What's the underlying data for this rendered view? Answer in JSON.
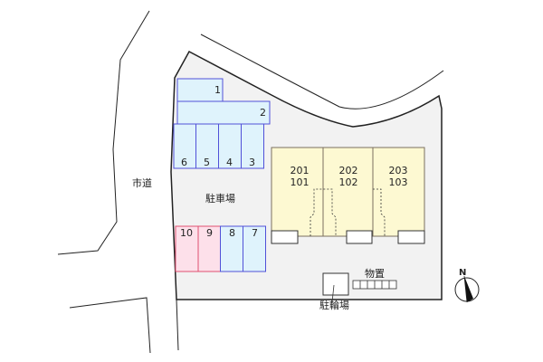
{
  "diagram": {
    "type": "site-plan",
    "labels": {
      "city_road": "市道",
      "parking": "駐車場",
      "storage": "物置",
      "bicycle_parking": "駐輪場",
      "north": "N"
    },
    "parking_spaces": [
      {
        "id": "1",
        "label": "1",
        "color": "blue"
      },
      {
        "id": "2",
        "label": "2",
        "color": "blue"
      },
      {
        "id": "3",
        "label": "3",
        "color": "blue"
      },
      {
        "id": "4",
        "label": "4",
        "color": "blue"
      },
      {
        "id": "5",
        "label": "5",
        "color": "blue"
      },
      {
        "id": "6",
        "label": "6",
        "color": "blue"
      },
      {
        "id": "7",
        "label": "7",
        "color": "blue"
      },
      {
        "id": "8",
        "label": "8",
        "color": "blue"
      },
      {
        "id": "9",
        "label": "9",
        "color": "pink"
      },
      {
        "id": "10",
        "label": "10",
        "color": "pink"
      }
    ],
    "units": [
      {
        "upper": "201",
        "lower": "101"
      },
      {
        "upper": "202",
        "lower": "102"
      },
      {
        "upper": "203",
        "lower": "103"
      }
    ],
    "colors": {
      "site_fill": "#f2f2f2",
      "parking_blue_fill": "#dff3fc",
      "parking_blue_stroke": "#5050d8",
      "parking_pink_fill": "#fde0ea",
      "parking_pink_stroke": "#e05070",
      "building_fill": "#fdf9d2",
      "building_stroke": "#7a7060"
    }
  }
}
